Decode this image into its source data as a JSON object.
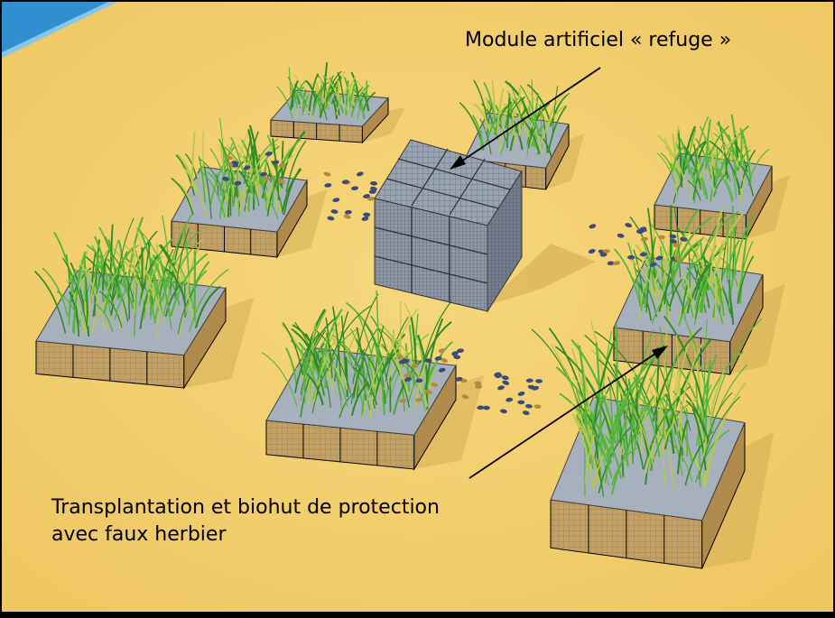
{
  "labels": {
    "module": "Module artificiel « refuge »",
    "transplant_line1": "Transplantation et biohut de protection",
    "transplant_line2": "avec faux herbier"
  },
  "colors": {
    "sand": "#f2cd6e",
    "water": "#2f8fd0",
    "grass": "#3f9a2a",
    "cage": "#8c97a6",
    "base": "#c9a05a",
    "frame": "#000000"
  },
  "icons": [
    "grass-tuft-icon",
    "fish-icon",
    "arrow-icon"
  ]
}
